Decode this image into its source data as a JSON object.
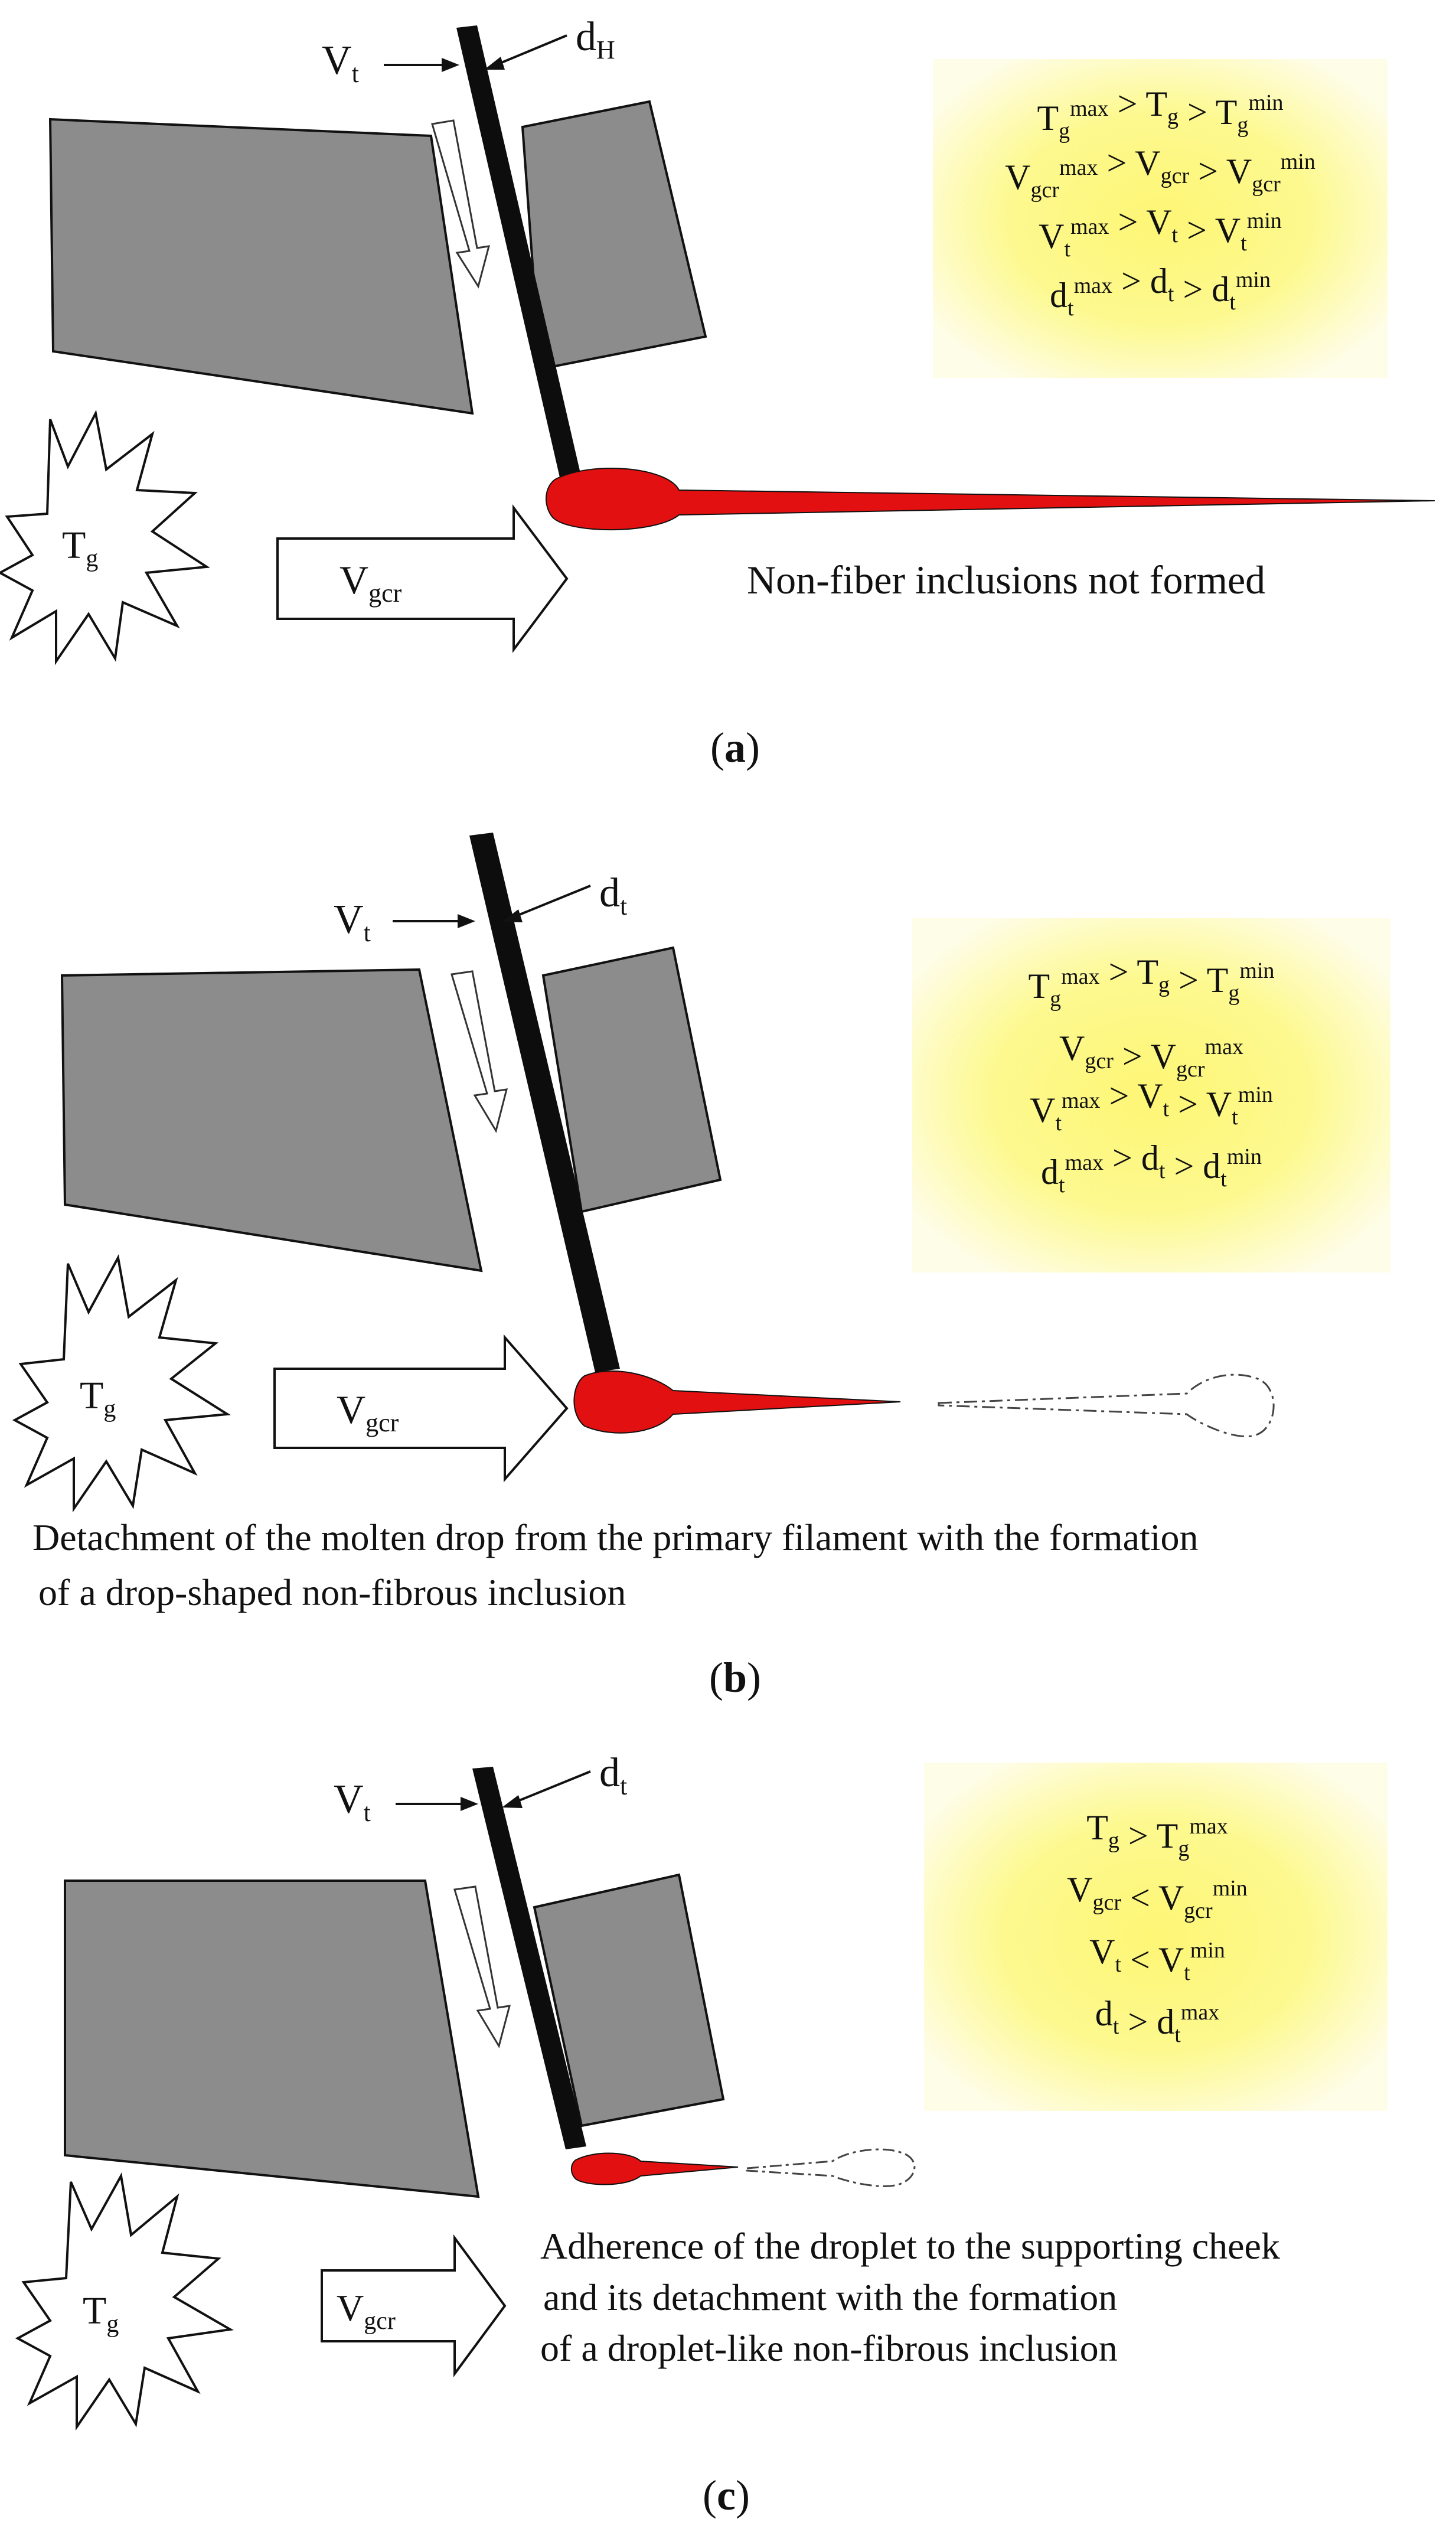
{
  "panels": [
    {
      "id": "a",
      "caption": "a",
      "thread_label_main": "d",
      "thread_label_sub": "H",
      "velocity_label": "V",
      "velocity_sub": "t",
      "gas_temp_main": "T",
      "gas_temp_sub": "g",
      "gas_vel_main": "V",
      "gas_vel_sub": "gcr",
      "note_lines": [
        "Non-fiber inclusions not formed"
      ],
      "conditions": [
        "T_g^max > T_g > T_g^min",
        "V_gcr^max > V_gcr > V_gcr^min",
        "V_t^max > V_t > V_t^min",
        "d_t^max > d_t > d_t^min"
      ]
    },
    {
      "id": "b",
      "caption": "b",
      "thread_label_main": "d",
      "thread_label_sub": "t",
      "velocity_label": "V",
      "velocity_sub": "t",
      "gas_temp_main": "T",
      "gas_temp_sub": "g",
      "gas_vel_main": "V",
      "gas_vel_sub": "gcr",
      "note_lines": [
        "Detachment of the molten drop from the primary filament with the formation",
        "of a drop-shaped non-fibrous inclusion"
      ],
      "conditions": [
        "T_g^max > T_g > T_g^min",
        "V_gcr > V_gcr^max",
        "V_t^max > V_t > V_t^min",
        "d_t^max > d_t > d_t^min"
      ]
    },
    {
      "id": "c",
      "caption": "c",
      "thread_label_main": "d",
      "thread_label_sub": "t",
      "velocity_label": "V",
      "velocity_sub": "t",
      "gas_temp_main": "T",
      "gas_temp_sub": "g",
      "gas_vel_main": "V",
      "gas_vel_sub": "gcr",
      "note_lines": [
        "Adherence of the droplet to the supporting cheek",
        "and its detachment with the formation",
        "of a droplet-like non-fibrous inclusion"
      ],
      "conditions": [
        "T_g > T_g^max",
        "V_gcr < V_gcr^min",
        "V_t < V_t^min",
        "d_t > d_t^max"
      ]
    }
  ],
  "colors": {
    "block": "#8c8c8c",
    "thread": "#0d0d0d",
    "melt": "#e21010",
    "glow": "#fdf675"
  }
}
